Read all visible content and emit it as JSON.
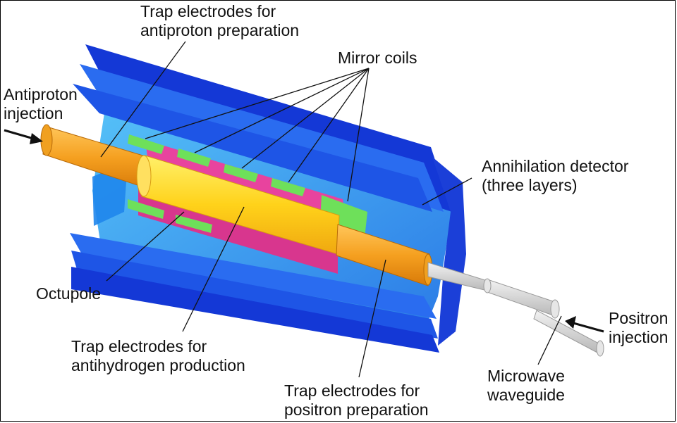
{
  "labels": {
    "trap_antiproton": [
      "Trap electrodes for",
      "antiproton preparation"
    ],
    "antiproton_injection": [
      "Antiproton",
      "injection"
    ],
    "mirror_coils": "Mirror coils",
    "annihilation_detector": [
      "Annihilation detector",
      "(three layers)"
    ],
    "octupole": "Octupole",
    "trap_antihydrogen": [
      "Trap electrodes for",
      "antihydrogen production"
    ],
    "trap_positron": [
      "Trap electrodes for",
      "positron preparation"
    ],
    "microwave_waveguide": [
      "Microwave",
      "waveguide"
    ],
    "positron_injection": [
      "Positron",
      "injection"
    ]
  },
  "colors": {
    "detector_dark": "#1438d6",
    "detector_mid": "#2a6cf0",
    "detector_light": "#33a8f4",
    "electrode_orange": "#f5a020",
    "production_yellow": "#ffd21a",
    "octupole_magenta": "#e8439e",
    "coil_green": "#6ee05a",
    "waveguide_gray": "#d9d9d9"
  },
  "icons": [
    "arrow-right-icon",
    "arrow-left-icon"
  ]
}
